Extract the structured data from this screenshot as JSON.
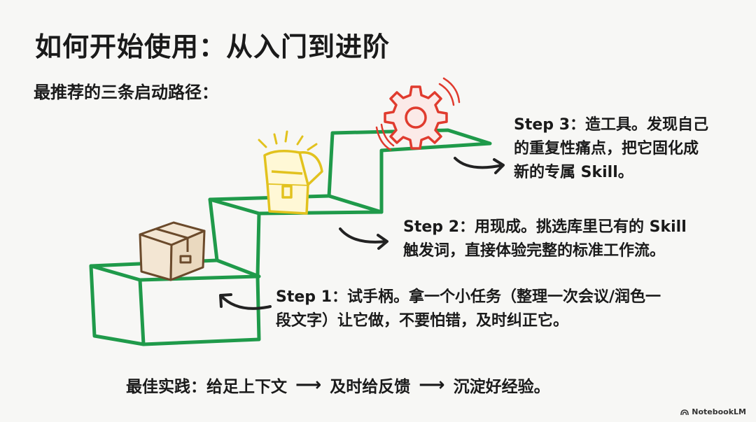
{
  "title": "如何开始使用：从入门到进阶",
  "subtitle": "最推荐的三条启动路径：",
  "steps": [
    {
      "id": "step1",
      "lines": [
        "Step 1：试手柄。拿一个小任务（整理一次会议/润色一",
        "段文字）让它做，不要怕错，及时纠正它。"
      ],
      "icon": "cardboard-box-icon"
    },
    {
      "id": "step2",
      "lines": [
        "Step 2：用现成。挑选库里已有的 Skill",
        "触发词，直接体验完整的标准工作流。"
      ],
      "icon": "treasure-chest-icon"
    },
    {
      "id": "step3",
      "lines": [
        "Step 3：造工具。发现自己",
        "的重复性痛点，把它固化成",
        "新的专属 Skill。"
      ],
      "icon": "gear-icon"
    }
  ],
  "best_practice": {
    "label": "最佳实践：给足上下文",
    "item2": "及时给反馈",
    "item3": "沉淀好经验。",
    "arrow": "⟶"
  },
  "brand": "NotebookLM",
  "colors": {
    "stairs": "#1f9a4a",
    "box": "#6b4a2b",
    "chest": "#e2c21e",
    "gear": "#e03b2e",
    "arrow": "#222222"
  }
}
